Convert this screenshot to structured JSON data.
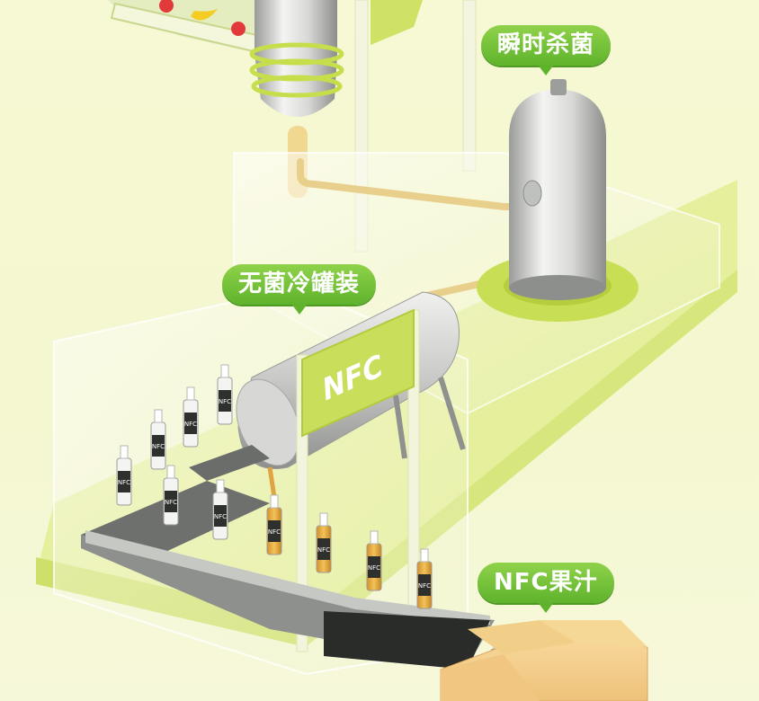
{
  "labels": {
    "sterilize": "瞬时杀菌",
    "aseptic": "无菌冷罐装",
    "product": "NFC果汁"
  },
  "tank_logo": "NFC",
  "bottle_logo": "NFC",
  "colors": {
    "accent_green": "#6cbf35",
    "lime_panel": "#c9e05a",
    "background": "#f6f8d6",
    "juice": "#e8a83a"
  },
  "icons": [
    "apple-icon",
    "banana-icon",
    "apple-icon"
  ]
}
